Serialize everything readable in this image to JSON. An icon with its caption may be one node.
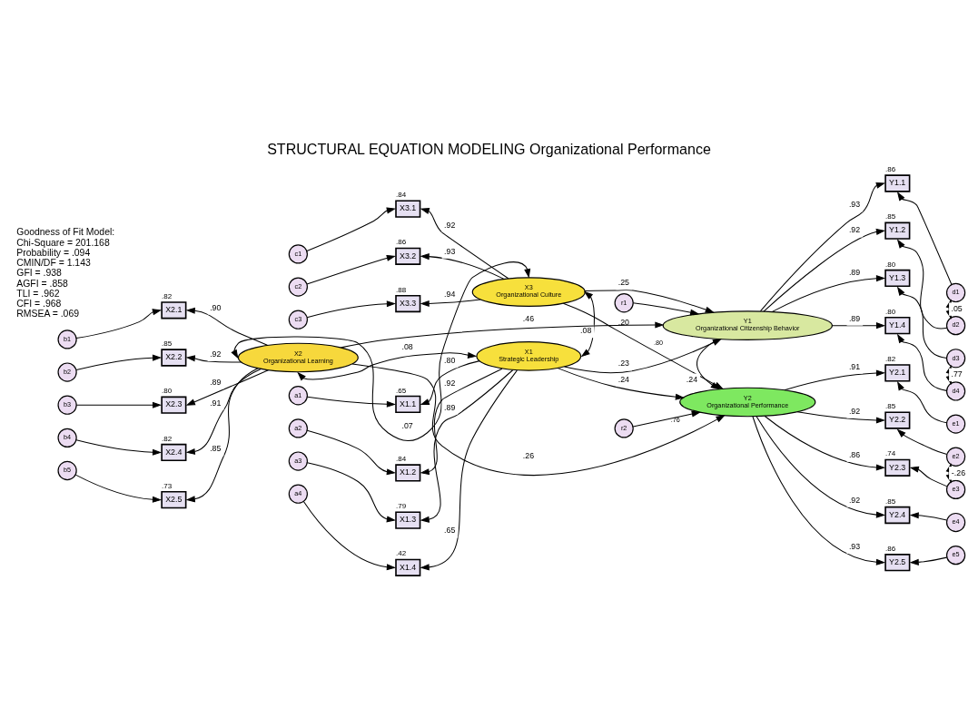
{
  "diagram": {
    "title": "STRUCTURAL EQUATION MODELING Organizational Performance",
    "nodes": [
      {
        "text": [
          "c1"
        ]
      },
      {
        "text": [
          "c2"
        ]
      },
      {
        "text": [
          "c3"
        ]
      },
      {
        "text": [
          "X3.1"
        ],
        "beside": [
          ".84"
        ]
      },
      {
        "text": [
          "X3.2"
        ],
        "beside": [
          ".86"
        ]
      },
      {
        "text": [
          "X3.3"
        ],
        "beside": [
          ".88"
        ]
      },
      {
        "text": [
          "X3",
          "Organizational Culture"
        ]
      },
      {
        "text": [
          "r1"
        ]
      },
      {
        "text": [
          "Y1",
          "Organizational Citizenship Behavior"
        ],
        "beside": [
          ".80"
        ]
      },
      {
        "text": [
          "Y1.1"
        ],
        "beside": [
          ".86"
        ]
      },
      {
        "text": [
          "Y1.2"
        ],
        "beside": [
          ".85"
        ]
      },
      {
        "text": [
          "Y1.3"
        ],
        "beside": [
          ".80"
        ]
      },
      {
        "text": [
          "Y1.4"
        ],
        "beside": [
          ".80"
        ]
      },
      {
        "text": [
          "d1"
        ]
      },
      {
        "text": [
          "d2"
        ]
      },
      {
        "text": [
          "d3"
        ]
      },
      {
        "text": [
          "d4"
        ]
      },
      {
        "text": [
          "b1"
        ]
      },
      {
        "text": [
          "b2"
        ]
      },
      {
        "text": [
          "b3"
        ]
      },
      {
        "text": [
          "b4"
        ]
      },
      {
        "text": [
          "b5"
        ]
      },
      {
        "text": [
          "X2.1"
        ],
        "beside": [
          ".82"
        ]
      },
      {
        "text": [
          "X2.2"
        ],
        "beside": [
          ".85"
        ]
      },
      {
        "text": [
          "X2.3"
        ],
        "beside": [
          ".80"
        ]
      },
      {
        "text": [
          "X2.4"
        ],
        "beside": [
          ".82"
        ]
      },
      {
        "text": [
          "X2.5"
        ],
        "beside": [
          ".73"
        ]
      },
      {
        "text": [
          "X2",
          "Organizational Learning"
        ]
      },
      {
        "text": [
          "Y2",
          "Organizational Performance"
        ],
        "beside": [
          ".76"
        ]
      },
      {
        "text": [
          "Y2.1"
        ],
        "beside": [
          ".82"
        ]
      },
      {
        "text": [
          "Y2.2"
        ],
        "beside": [
          ".85"
        ]
      },
      {
        "text": [
          "Y2.3"
        ],
        "beside": [
          ".74"
        ]
      },
      {
        "text": [
          "Y2.4"
        ],
        "beside": [
          ".85"
        ]
      },
      {
        "text": [
          "Y2.5"
        ],
        "beside": [
          ".86"
        ]
      },
      {
        "text": [
          "e1"
        ]
      },
      {
        "text": [
          "e2"
        ]
      },
      {
        "text": [
          "e3"
        ]
      },
      {
        "text": [
          "e4"
        ]
      },
      {
        "text": [
          "e5"
        ]
      },
      {
        "text": [
          "r2"
        ]
      },
      {
        "text": [
          "X1",
          "Strategic Leadership"
        ]
      },
      {
        "text": [
          "X1.1"
        ],
        "beside": [
          ".65"
        ]
      },
      {
        "text": [
          "X1.2"
        ],
        "beside": [
          ".84"
        ]
      },
      {
        "text": [
          "X1.3"
        ],
        "beside": [
          ".79"
        ]
      },
      {
        "text": [
          "X1.4"
        ],
        "beside": [
          ".42"
        ]
      },
      {
        "text": [
          "a1"
        ]
      },
      {
        "text": [
          "a2"
        ]
      },
      {
        "text": [
          "a3"
        ]
      },
      {
        "text": [
          "a4"
        ]
      }
    ],
    "edges": [
      {
        "from": 0,
        "to": 3,
        "arrow": "to"
      },
      {
        "from": 1,
        "to": 4,
        "arrow": "to"
      },
      {
        "from": 2,
        "to": 5,
        "arrow": "to"
      },
      {
        "from": 6,
        "to": 3,
        "arrow": "to",
        "label": ".92"
      },
      {
        "from": 6,
        "to": 4,
        "arrow": "to",
        "label": ".93"
      },
      {
        "from": 6,
        "to": 5,
        "arrow": "to",
        "label": ".94"
      },
      {
        "from": 7,
        "to": 8,
        "arrow": "to"
      },
      {
        "from": 8,
        "to": 9,
        "arrow": "to",
        "label": ".93"
      },
      {
        "from": 8,
        "to": 10,
        "arrow": "to",
        "label": ".92"
      },
      {
        "from": 8,
        "to": 11,
        "arrow": "to",
        "label": ".89"
      },
      {
        "from": 8,
        "to": 12,
        "arrow": "to",
        "label": ".89"
      },
      {
        "from": 13,
        "to": 9,
        "arrow": "to"
      },
      {
        "from": 14,
        "to": 10,
        "arrow": "to"
      },
      {
        "from": 15,
        "to": 11,
        "arrow": "to"
      },
      {
        "from": 16,
        "to": 12,
        "arrow": "to"
      },
      {
        "from": 13,
        "to": 14,
        "arrow": "both",
        "label": ".05"
      },
      {
        "from": 15,
        "to": 16,
        "arrow": "both",
        "label": ".77"
      },
      {
        "from": 17,
        "to": 22,
        "arrow": "to"
      },
      {
        "from": 18,
        "to": 23,
        "arrow": "to"
      },
      {
        "from": 19,
        "to": 24,
        "arrow": "to"
      },
      {
        "from": 20,
        "to": 25,
        "arrow": "to"
      },
      {
        "from": 21,
        "to": 26,
        "arrow": "to"
      },
      {
        "from": 27,
        "to": 22,
        "arrow": "to",
        "label": ".90"
      },
      {
        "from": 27,
        "to": 23,
        "arrow": "to",
        "label": ".92"
      },
      {
        "from": 27,
        "to": 24,
        "arrow": "to",
        "label": ".89"
      },
      {
        "from": 27,
        "to": 25,
        "arrow": "to",
        "label": ".91"
      },
      {
        "from": 27,
        "to": 26,
        "arrow": "to",
        "label": ".85"
      },
      {
        "from": 6,
        "to": 27,
        "arrow": "both",
        "label": ".07"
      },
      {
        "from": 6,
        "to": 40,
        "arrow": "both",
        "label": ".08"
      },
      {
        "from": 27,
        "to": 40,
        "arrow": "both",
        "label": ".08"
      },
      {
        "from": 6,
        "to": 8,
        "arrow": "to",
        "label": ".25"
      },
      {
        "from": 6,
        "to": 28,
        "arrow": "to",
        "label": ".20"
      },
      {
        "from": 27,
        "to": 8,
        "arrow": "to",
        "label": ".46"
      },
      {
        "from": 27,
        "to": 28,
        "arrow": "to",
        "label": ".26"
      },
      {
        "from": 40,
        "to": 8,
        "arrow": "to",
        "label": ".23"
      },
      {
        "from": 40,
        "to": 28,
        "arrow": "to",
        "label": ".24"
      },
      {
        "from": 8,
        "to": 28,
        "arrow": "to",
        "label": ".24"
      },
      {
        "from": 28,
        "to": 29,
        "arrow": "to",
        "label": ".91"
      },
      {
        "from": 28,
        "to": 30,
        "arrow": "to",
        "label": ".92"
      },
      {
        "from": 28,
        "to": 31,
        "arrow": "to",
        "label": ".86"
      },
      {
        "from": 28,
        "to": 32,
        "arrow": "to",
        "label": ".92"
      },
      {
        "from": 28,
        "to": 33,
        "arrow": "to",
        "label": ".93"
      },
      {
        "from": 34,
        "to": 29,
        "arrow": "to"
      },
      {
        "from": 35,
        "to": 30,
        "arrow": "to"
      },
      {
        "from": 36,
        "to": 31,
        "arrow": "to"
      },
      {
        "from": 37,
        "to": 32,
        "arrow": "to"
      },
      {
        "from": 38,
        "to": 33,
        "arrow": "to"
      },
      {
        "from": 35,
        "to": 36,
        "arrow": "both",
        "label": "-.26"
      },
      {
        "from": 39,
        "to": 28,
        "arrow": "to"
      },
      {
        "from": 40,
        "to": 41,
        "arrow": "to",
        "label": ".80"
      },
      {
        "from": 40,
        "to": 42,
        "arrow": "to",
        "label": ".92"
      },
      {
        "from": 40,
        "to": 43,
        "arrow": "to",
        "label": ".89"
      },
      {
        "from": 40,
        "to": 44,
        "arrow": "to",
        "label": ".65"
      },
      {
        "from": 45,
        "to": 41,
        "arrow": "to"
      },
      {
        "from": 46,
        "to": 42,
        "arrow": "to"
      },
      {
        "from": 47,
        "to": 43,
        "arrow": "to"
      },
      {
        "from": 48,
        "to": 44,
        "arrow": "to"
      }
    ],
    "labels": [
      "Goodness of Fit Model:",
      "Chi-Square = 201.168",
      "Probability = .094",
      "CMIN/DF = 1.143",
      "GFI = .938",
      "AGFI = .858",
      "TLI = .962",
      "CFI = .968",
      "RMSEA = .069"
    ]
  }
}
